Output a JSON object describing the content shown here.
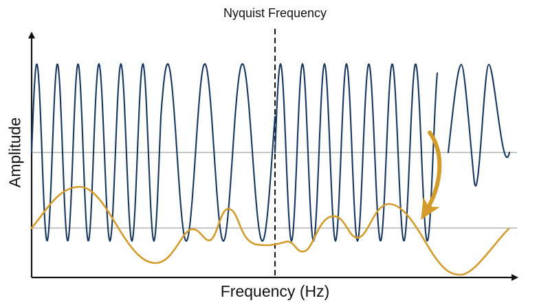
{
  "diagram": {
    "top_label": "Nyquist Frequency",
    "x_label": "Frequency (Hz)",
    "y_label": "Amplitude",
    "colors": {
      "axis": "#111111",
      "baseline": "#a8a8a8",
      "signal": "#17375e",
      "aliased_signal": "#d39b2b",
      "arrow": "#d39b2b",
      "nyquist_line": "#111111"
    }
  }
}
